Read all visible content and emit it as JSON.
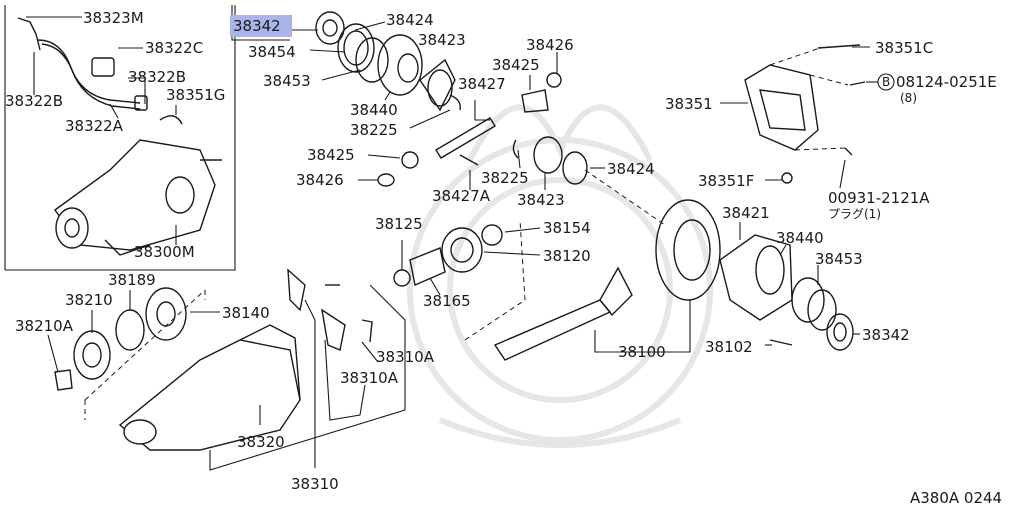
{
  "highlight_color": "#a9b4e8",
  "drawing_code": "A380A 0244",
  "callouts": {
    "c38323M": "38323M",
    "c38322C": "38322C",
    "c38322B_a": "38322B",
    "c38322B_b": "38322B",
    "c38351G": "38351G",
    "c38322A": "38322A",
    "c38300M": "38300M",
    "c38342_hl": "38342",
    "c38424_a": "38424",
    "c38423_a": "38423",
    "c38454": "38454",
    "c38453_a": "38453",
    "c38440_a": "38440",
    "c38225_a": "38225",
    "c38427": "38427",
    "c38426_a": "38426",
    "c38425_a": "38425",
    "c38425_b": "38425",
    "c38426_b": "38426",
    "c38427A": "38427A",
    "c38225_b": "38225",
    "c38423_b": "38423",
    "c38424_b": "38424",
    "c38351C": "38351C",
    "c08124": "08124-0251E",
    "c08124_qty": "(8)",
    "c08124_b": "B",
    "c38351": "38351",
    "c38351F": "38351F",
    "c00931": "00931-2121A",
    "c00931_note": "プラグ(1)",
    "c38125": "38125",
    "c38154": "38154",
    "c38120": "38120",
    "c38165": "38165",
    "c38421": "38421",
    "c38440_b": "38440",
    "c38453_b": "38453",
    "c38342_b": "38342",
    "c38102": "38102",
    "c38100": "38100",
    "c38189": "38189",
    "c38210": "38210",
    "c38210A": "38210A",
    "c38140": "38140",
    "c38320": "38320",
    "c38310A_a": "38310A",
    "c38310A_b": "38310A",
    "c38310": "38310"
  }
}
